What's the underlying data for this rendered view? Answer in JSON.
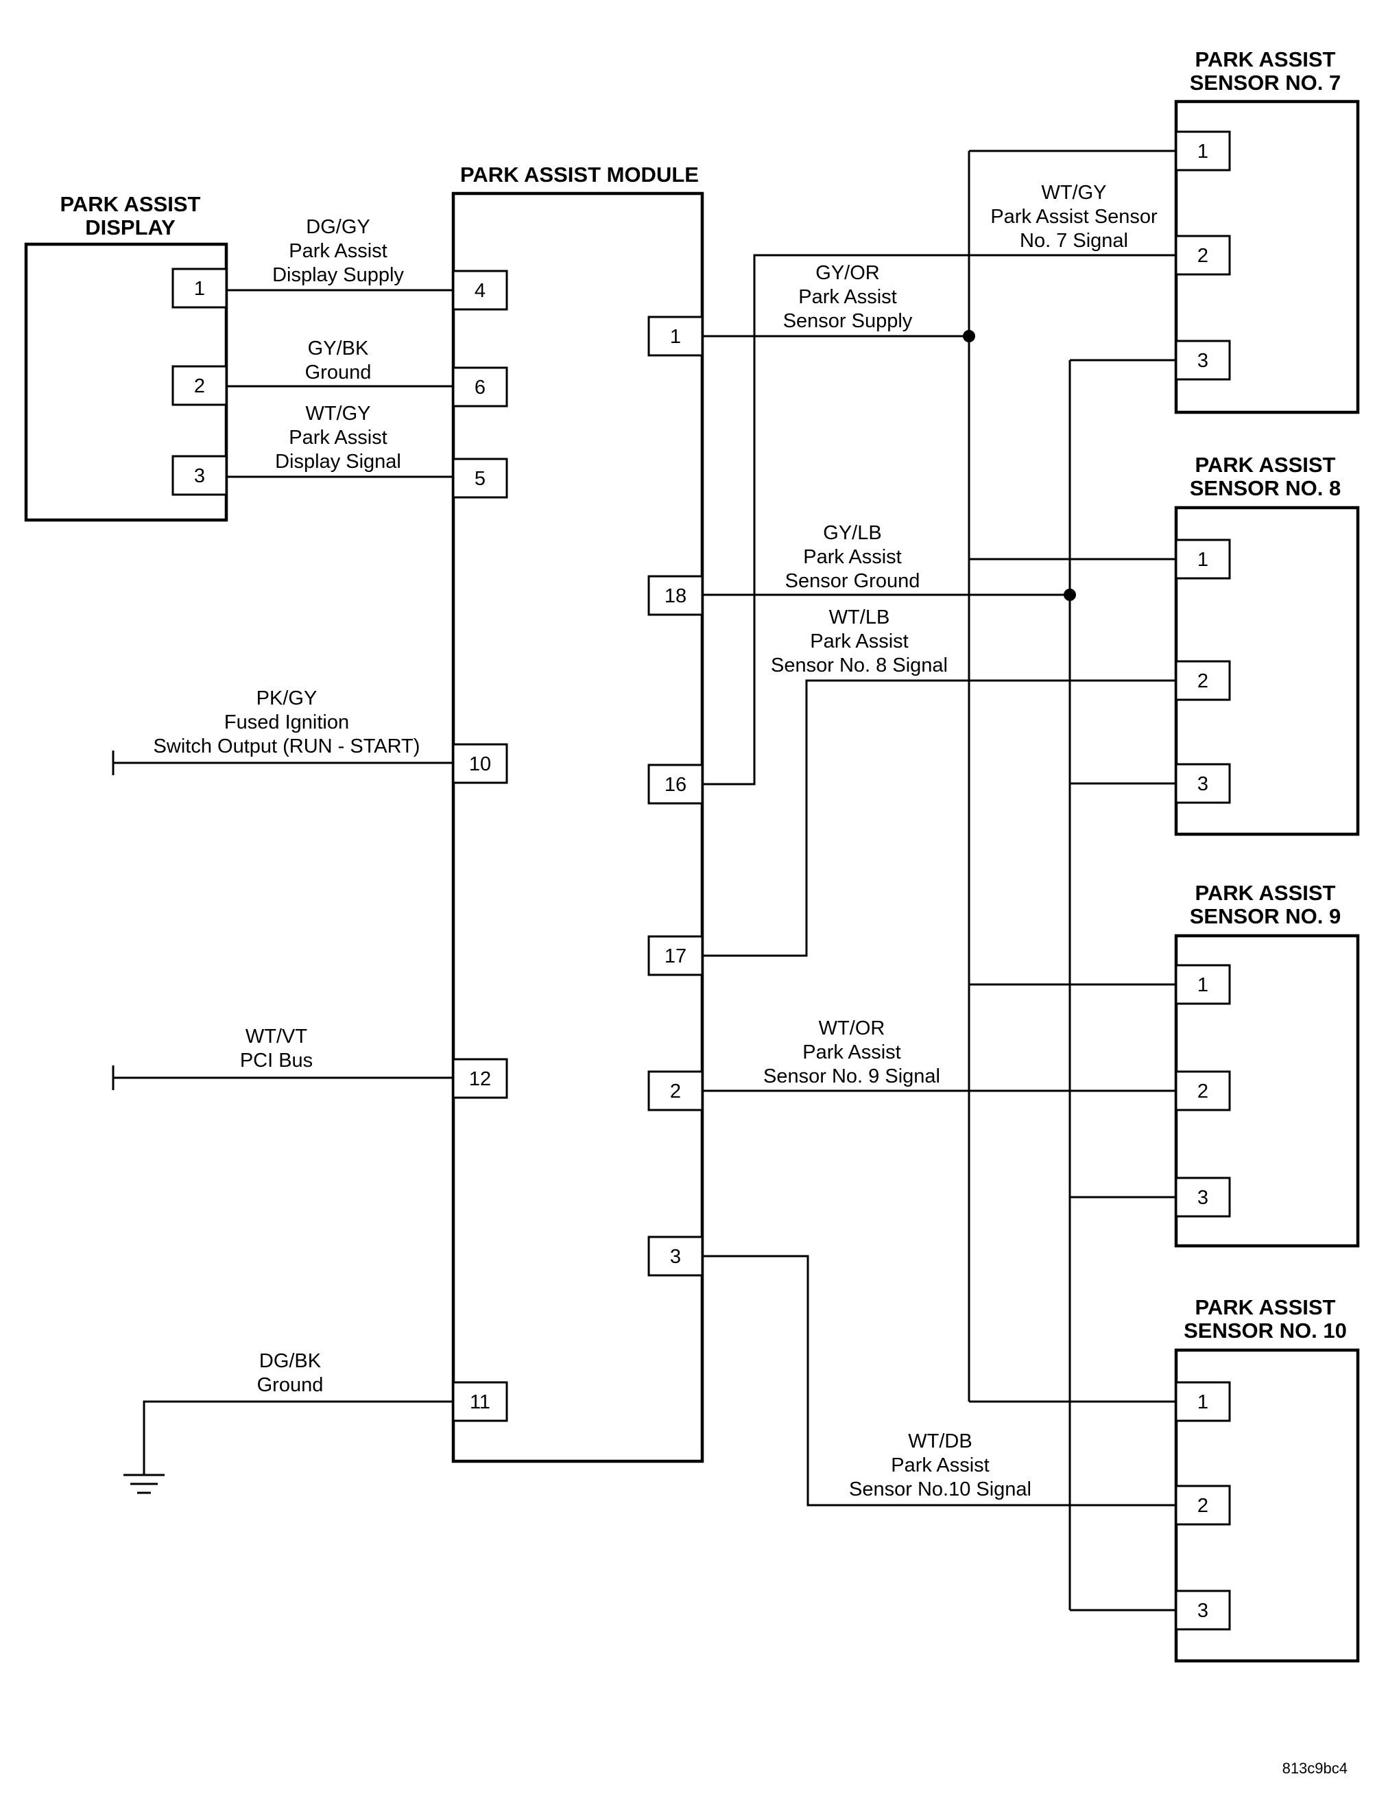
{
  "components": {
    "display": {
      "title": [
        "PARK ASSIST",
        "DISPLAY"
      ],
      "pins": [
        "1",
        "2",
        "3"
      ]
    },
    "module": {
      "title": "PARK ASSIST MODULE",
      "left_pins": [
        "4",
        "6",
        "5",
        "10",
        "12",
        "11"
      ],
      "right_pins": [
        "1",
        "18",
        "16",
        "17",
        "2",
        "3"
      ]
    },
    "sensor7": {
      "title": [
        "PARK ASSIST",
        "SENSOR NO. 7"
      ],
      "pins": [
        "1",
        "2",
        "3"
      ]
    },
    "sensor8": {
      "title": [
        "PARK ASSIST",
        "SENSOR NO. 8"
      ],
      "pins": [
        "1",
        "2",
        "3"
      ]
    },
    "sensor9": {
      "title": [
        "PARK ASSIST",
        "SENSOR NO. 9"
      ],
      "pins": [
        "1",
        "2",
        "3"
      ]
    },
    "sensor10": {
      "title": [
        "PARK ASSIST",
        "SENSOR NO. 10"
      ],
      "pins": [
        "1",
        "2",
        "3"
      ]
    }
  },
  "circuits": {
    "display_supply": [
      "DG/GY",
      "Park Assist",
      "Display Supply"
    ],
    "display_ground": [
      "GY/BK",
      "Ground"
    ],
    "display_signal": [
      "WT/GY",
      "Park Assist",
      "Display Signal"
    ],
    "ignition": [
      "PK/GY",
      "Fused Ignition",
      "Switch Output (RUN - START)"
    ],
    "pci_bus": [
      "WT/VT",
      "PCI Bus"
    ],
    "module_ground": [
      "DG/BK",
      "Ground"
    ],
    "sensor7_signal": [
      "WT/GY",
      "Park Assist Sensor",
      "No. 7 Signal"
    ],
    "sensor_supply": [
      "GY/OR",
      "Park Assist",
      "Sensor Supply"
    ],
    "sensor_ground": [
      "GY/LB",
      "Park Assist",
      "Sensor Ground"
    ],
    "sensor8_signal": [
      "WT/LB",
      "Park Assist",
      "Sensor No. 8 Signal"
    ],
    "sensor9_signal": [
      "WT/OR",
      "Park Assist",
      "Sensor No. 9 Signal"
    ],
    "sensor10_signal": [
      "WT/DB",
      "Park Assist",
      "Sensor No.10 Signal"
    ]
  },
  "figure_code": "813c9bc4"
}
